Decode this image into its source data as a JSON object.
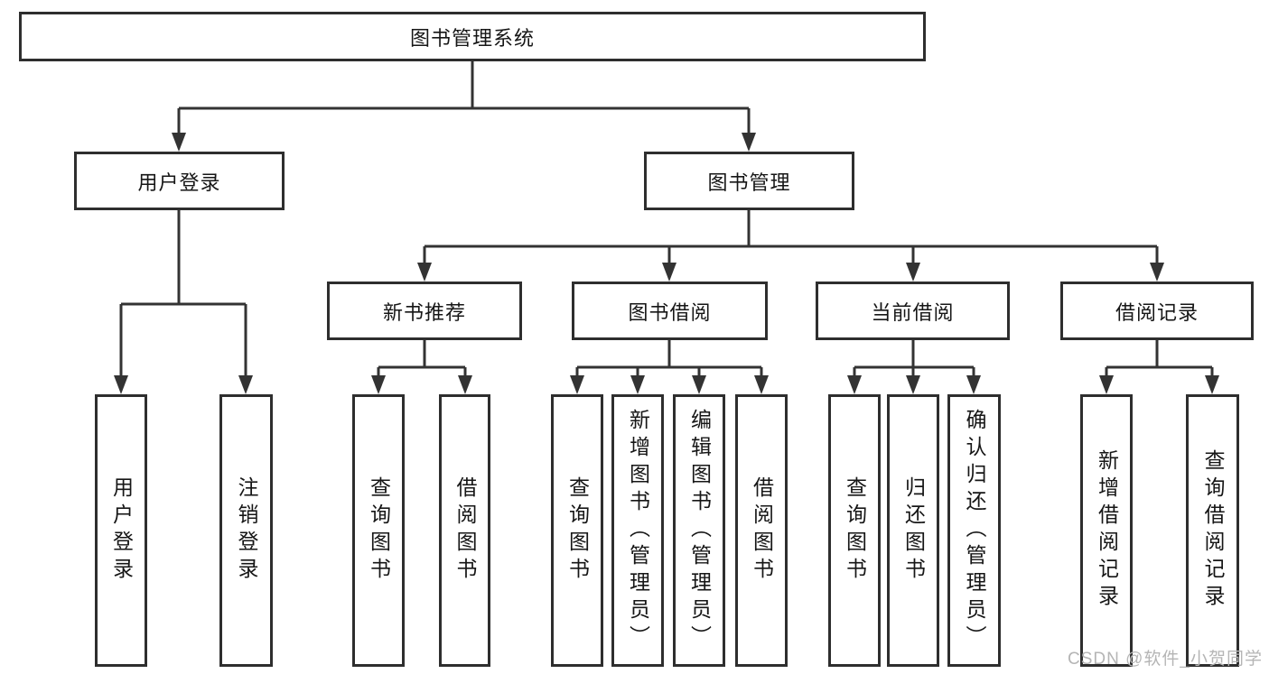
{
  "diagram": {
    "root": {
      "label": "图书管理系统"
    },
    "children": [
      {
        "label": "用户登录",
        "children": [
          {
            "label": "用户登录"
          },
          {
            "label": "注销登录"
          }
        ]
      },
      {
        "label": "图书管理",
        "children": [
          {
            "label": "新书推荐",
            "children": [
              {
                "label": "查询图书"
              },
              {
                "label": "借阅图书"
              }
            ]
          },
          {
            "label": "图书借阅",
            "children": [
              {
                "label": "查询图书"
              },
              {
                "label": "新增图书（管理员）"
              },
              {
                "label": "编辑图书（管理员）"
              },
              {
                "label": "借阅图书"
              }
            ]
          },
          {
            "label": "当前借阅",
            "children": [
              {
                "label": "查询图书"
              },
              {
                "label": "归还图书"
              },
              {
                "label": "确认归还（管理员）"
              }
            ]
          },
          {
            "label": "借阅记录",
            "children": [
              {
                "label": "新增借阅记录"
              },
              {
                "label": "查询借阅记录"
              }
            ]
          }
        ]
      }
    ]
  },
  "watermark": {
    "text": "CSDN @软件_小贺同学"
  },
  "colors": {
    "line": "#333333",
    "box_border": "#2e2e2e",
    "text": "#161616",
    "watermark": "#b5b5b5",
    "background": "#ffffff"
  }
}
